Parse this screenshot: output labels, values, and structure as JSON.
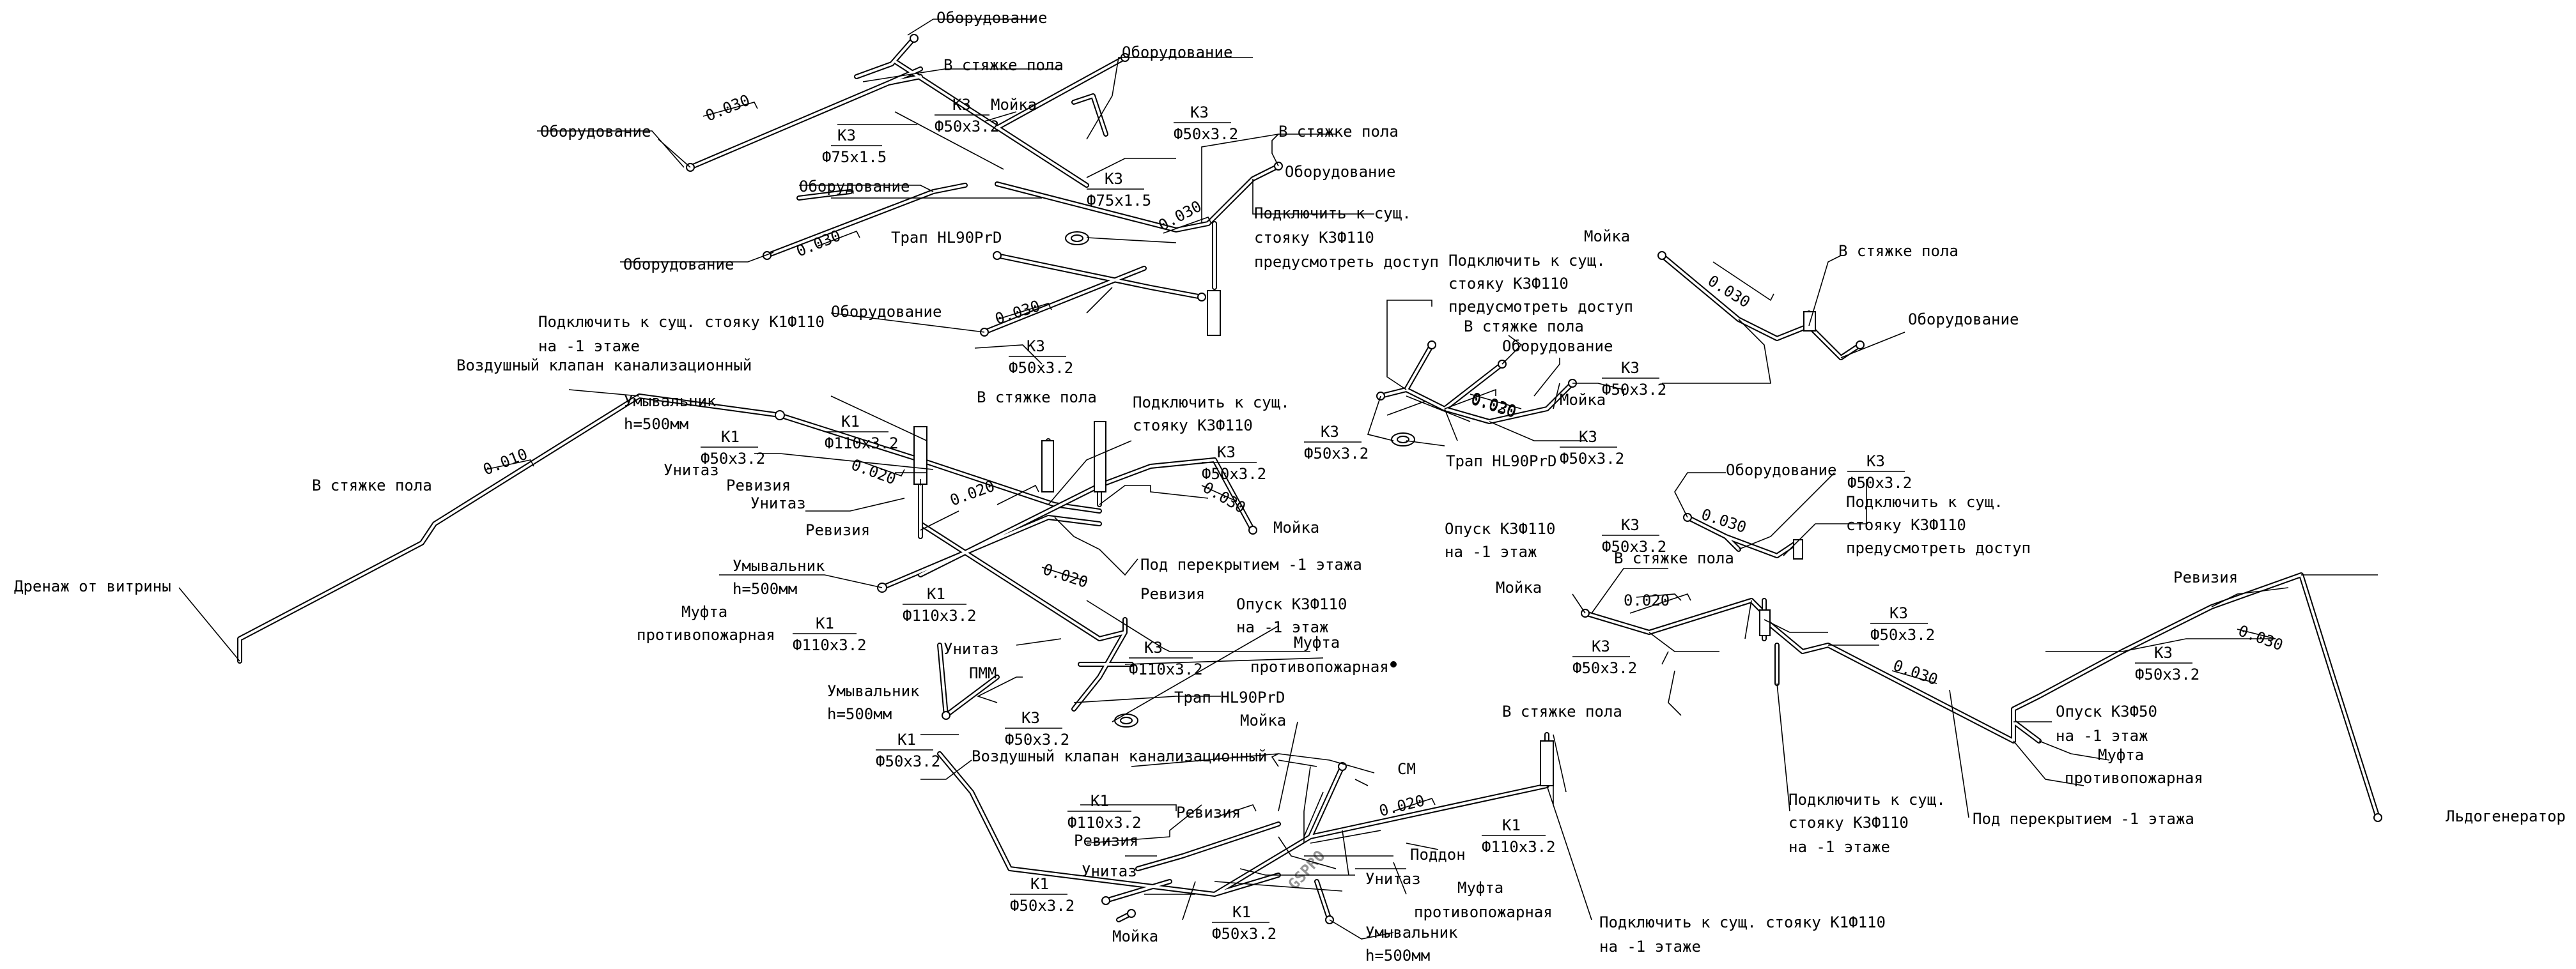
{
  "drawing": {
    "watermark": "GSPRO",
    "colors": {
      "line": "#000000",
      "watermark": "#2f8fff",
      "background": "#ffffff"
    }
  },
  "labels": {
    "oborud_1": "Оборудование",
    "oborud_2": "Оборудование",
    "oborud_3": "Оборудование",
    "oborud_4": "Оборудование",
    "oborud_5": "Оборудование",
    "oborud_6": "Оборудование",
    "oborud_7": "Оборудование",
    "oborud_8": "Оборудование",
    "oborud_9": "Оборудование",
    "oborud_10": "Оборудование",
    "styazhka_1": "В стяжке пола",
    "styazhka_2": "В стяжке пола",
    "styazhka_3": "В стяжке пола",
    "styazhka_4": "В стяжке пола",
    "styazhka_5": "В стяжке пола",
    "styazhka_6": "В стяжке пола",
    "styazhka_7": "В стяжке пола",
    "styazhka_8": "В стяжке пола",
    "moyka_1": "Мойка",
    "moyka_2": "Мойка",
    "moyka_3": "Мойка",
    "moyka_4": "Мойка",
    "moyka_5": "Мойка",
    "moyka_6": "Мойка",
    "moyka_7": "Мойка",
    "trap_1": "Трап HL90PrD",
    "trap_2": "Трап HL90PrD",
    "trap_3": "Трап HL90PrD",
    "connect_k3_a1": "Подключить к сущ.",
    "connect_k3_a2": "стояку К3Ф110",
    "connect_k3_a3": "предусмотреть доступ",
    "connect_k3_b1": "Подключить к сущ.",
    "connect_k3_b2": "стояку К3Ф110",
    "connect_k3_b3": "предусмотреть доступ",
    "connect_k3_c1": "Подключить к сущ.",
    "connect_k3_c2": "стояку К3Ф110",
    "connect_k3_c3": "предусмотреть доступ",
    "connect_k3_d1": "Подключить к сущ.",
    "connect_k3_d2": "стояку К3Ф110",
    "connect_k3_e1": "Подключить к сущ.",
    "connect_k3_e2": "стояку К3Ф110",
    "connect_k3_e3": "на -1 этаже",
    "connect_k1_a1": "Подключить к сущ. стояку К1Ф110",
    "connect_k1_a2": "на -1 этаже",
    "connect_k1_b1": "Подключить к сущ. стояку К1Ф110",
    "connect_k1_b2": "на -1 этаже",
    "air_valve_1": "Воздушный клапан канализационный",
    "air_valve_2": "Воздушный клапан канализационный",
    "umyv_1a": "Умывальник",
    "umyv_1b": "h=500мм",
    "umyv_2a": "Умывальник",
    "umyv_2b": "h=500мм",
    "umyv_3a": "Умывальник",
    "umyv_3b": "h=500мм",
    "umyv_4a": "Умывальник",
    "umyv_4b": "h=500мм",
    "unitaz_1": "Унитаз",
    "unitaz_2": "Унитаз",
    "unitaz_3": "Унитаз",
    "unitaz_4": "Унитаз",
    "unitaz_5": "Унитаз",
    "revizia_1": "Ревизия",
    "revizia_2": "Ревизия",
    "revizia_3": "Ревизия",
    "revizia_4": "Ревизия",
    "revizia_5": "Ревизия",
    "revizia_6": "Ревизия",
    "drenazh": "Дренаж от витрины",
    "mufta_1a": "Муфта",
    "mufta_1b": "противопожарная",
    "mufta_2a": "Муфта",
    "mufta_2b": "противопожарная",
    "mufta_3a": "Муфта",
    "mufta_3b": "противопожарная",
    "mufta_4a": "Муфта",
    "mufta_4b": "противопожарная",
    "pod_perekr_1": "Под перекрытием -1 этажа",
    "pod_perekr_2": "Под перекрытием -1 этажа",
    "opusk_1a": "Опуск К3Ф110",
    "opusk_1b": "на -1 этаж",
    "opusk_2a": "Опуск К3Ф110",
    "opusk_2b": "на -1 этаж",
    "opusk_3a": "Опуск К3Ф50",
    "opusk_3b": "на -1 этаж",
    "pmm": "ПММ",
    "sm": "СМ",
    "poddon": "Поддон",
    "ldogen": "Льдогенератор"
  },
  "pipe_tags": {
    "k3_75a": {
      "sys": "К3",
      "dia": "Ф75x1.5"
    },
    "k3_50a": {
      "sys": "К3",
      "dia": "Ф50x3.2"
    },
    "k3_50b": {
      "sys": "К3",
      "dia": "Ф50x3.2"
    },
    "k3_75b": {
      "sys": "К3",
      "dia": "Ф75x1.5"
    },
    "k3_50c": {
      "sys": "К3",
      "dia": "Ф50x3.2"
    },
    "k3_50d": {
      "sys": "К3",
      "dia": "Ф50x3.2"
    },
    "k3_50e": {
      "sys": "К3",
      "dia": "Ф50x3.2"
    },
    "k3_50f": {
      "sys": "К3",
      "dia": "Ф50x3.2"
    },
    "k3_50g": {
      "sys": "К3",
      "dia": "Ф50x3.2"
    },
    "k3_50h": {
      "sys": "К3",
      "dia": "Ф50x3.2"
    },
    "k3_50i": {
      "sys": "К3",
      "dia": "Ф50x3.2"
    },
    "k3_50j": {
      "sys": "К3",
      "dia": "Ф50x3.2"
    },
    "k3_50k": {
      "sys": "К3",
      "dia": "Ф50x3.2"
    },
    "k3_50l": {
      "sys": "К3",
      "dia": "Ф50x3.2"
    },
    "k3_110a": {
      "sys": "К3",
      "dia": "Ф110x3.2"
    },
    "k3_50m": {
      "sys": "К3",
      "dia": "Ф50x3.2"
    },
    "k1_110a": {
      "sys": "К1",
      "dia": "Ф110x3.2"
    },
    "k1_50a": {
      "sys": "К1",
      "dia": "Ф50x3.2"
    },
    "k1_110b": {
      "sys": "К1",
      "dia": "Ф110x3.2"
    },
    "k1_110c": {
      "sys": "К1",
      "dia": "Ф110x3.2"
    },
    "k1_50b": {
      "sys": "К1",
      "dia": "Ф50x3.2"
    },
    "k1_110d": {
      "sys": "К1",
      "dia": "Ф110x3.2"
    },
    "k1_110e": {
      "sys": "К1",
      "dia": "Ф110x3.2"
    },
    "k1_50c": {
      "sys": "К1",
      "dia": "Ф50x3.2"
    },
    "k1_50d": {
      "sys": "К1",
      "dia": "Ф50x3.2"
    }
  },
  "slopes": {
    "s1": "0.030",
    "s2": "0.030",
    "s3": "0.030",
    "s4": "0.030",
    "s5": "0.030",
    "s6": "0.030",
    "s7": "0.030",
    "s8": "0.030",
    "s9": "0.030",
    "s10": "0.030",
    "s11": "0.020",
    "s12": "0.020",
    "s13": "0.020",
    "s14": "0.020",
    "s15": "0.020",
    "s16": "0.020",
    "s17": "0.010"
  }
}
